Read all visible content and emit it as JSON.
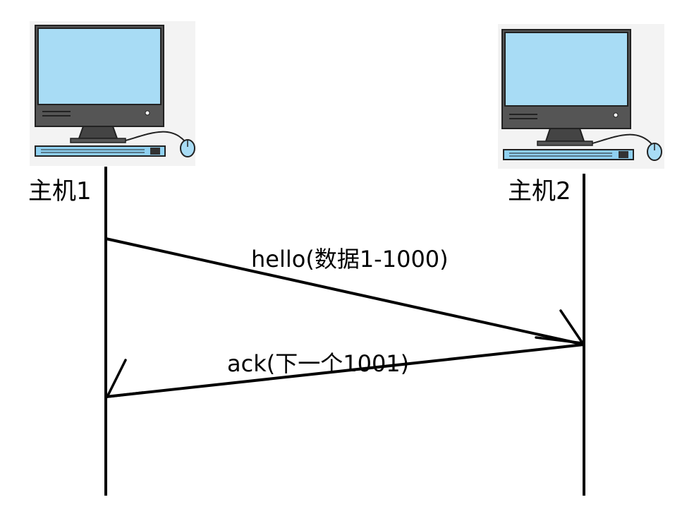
{
  "hosts": [
    {
      "label": "主机1"
    },
    {
      "label": "主机2"
    }
  ],
  "messages": [
    {
      "label": "hello(数据1-1000)",
      "from": "主机1",
      "to": "主机2"
    },
    {
      "label": "ack(下一个1001)",
      "from": "主机2",
      "to": "主机1"
    }
  ],
  "colors": {
    "screen": "#a8dcf5",
    "monitor_frame": "#4a4a4a",
    "keyboard": "#8fd0f0",
    "line": "#000000"
  }
}
